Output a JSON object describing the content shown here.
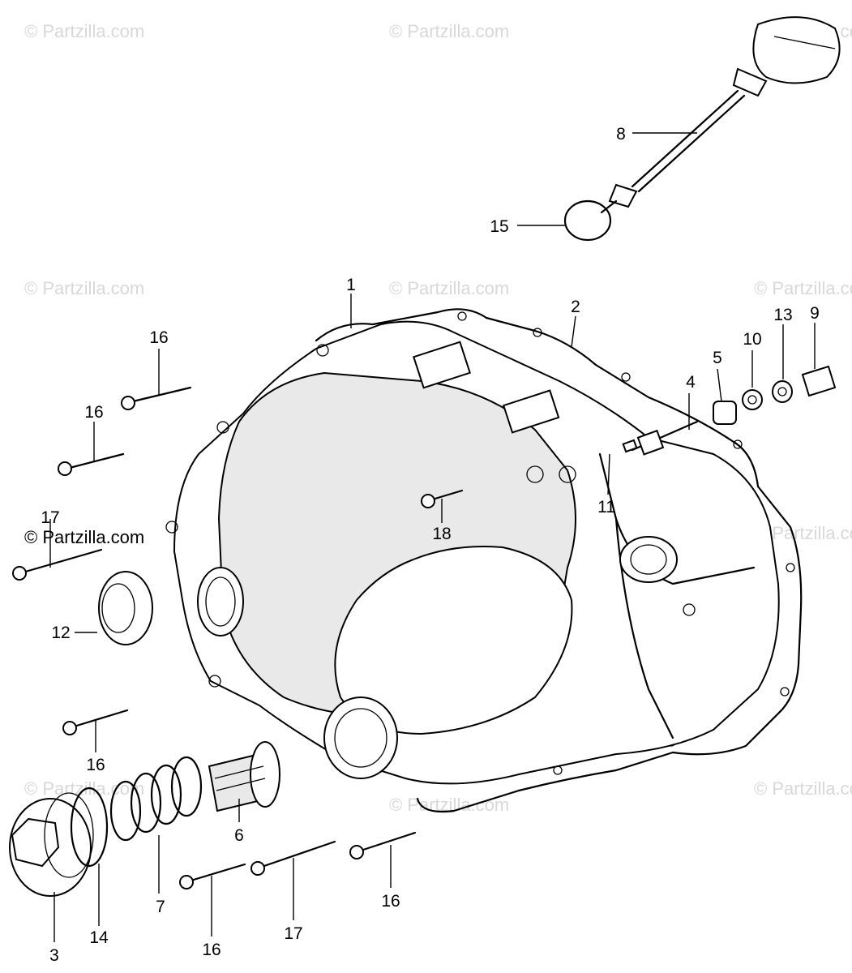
{
  "watermark": "© Partzilla.com",
  "callouts": {
    "c1": "1",
    "c2": "2",
    "c3": "3",
    "c4": "4",
    "c5": "5",
    "c6": "6",
    "c7": "7",
    "c8": "8",
    "c9": "9",
    "c10": "10",
    "c11": "11",
    "c12": "12",
    "c13": "13",
    "c14": "14",
    "c15": "15",
    "c16a": "16",
    "c16b": "16",
    "c16c": "16",
    "c16d": "16",
    "c16e": "16",
    "c17a": "17",
    "c17b": "17",
    "c18": "18"
  }
}
